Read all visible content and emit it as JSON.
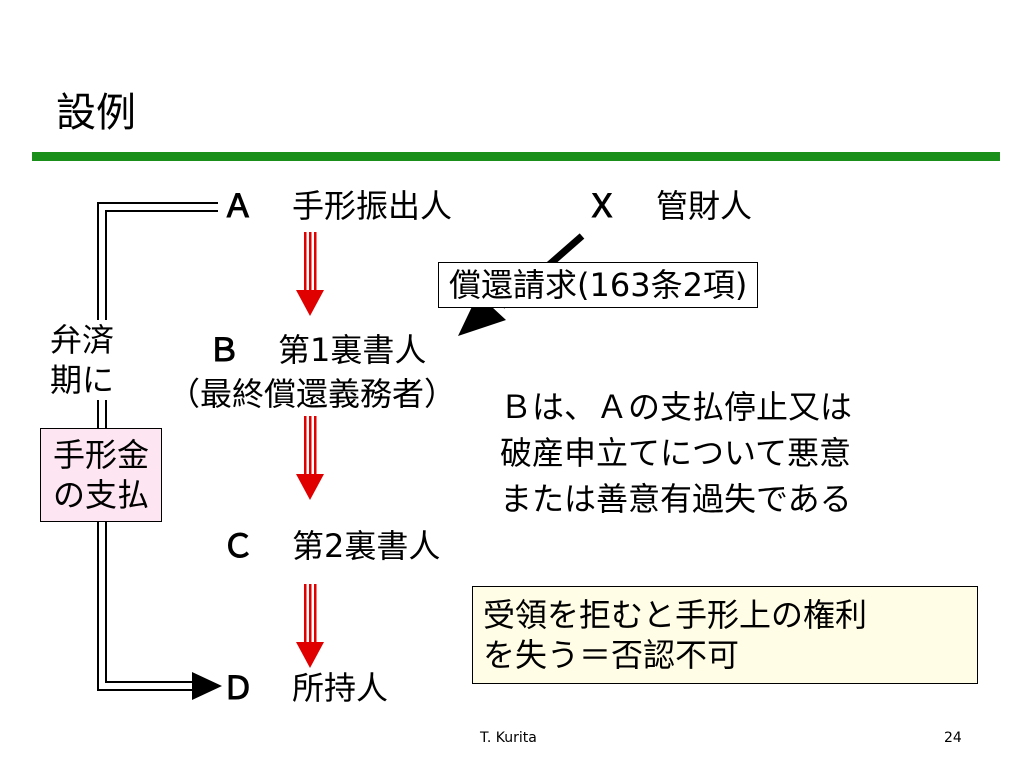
{
  "slide": {
    "title": "設例",
    "footer_author": "T. Kurita",
    "page_number": "24"
  },
  "nodes": {
    "a": {
      "letter": "Ａ",
      "label": "手形振出人"
    },
    "x": {
      "letter": "Ｘ",
      "label": "管財人"
    },
    "b": {
      "letter": "Ｂ",
      "label": "第1裏書人",
      "sub": "（最終償還義務者）"
    },
    "c": {
      "letter": "Ｃ",
      "label": "第2裏書人"
    },
    "d": {
      "letter": "Ｄ",
      "label": "所持人"
    }
  },
  "labels": {
    "maturity_line1": "弁済",
    "maturity_line2": "期に",
    "payment_line1": "手形金",
    "payment_line2": "の支払",
    "claim": "償還請求(163条2項)",
    "note_line1": "Ｂは、Ａの支払停止又は",
    "note_line2": "破産申立てについて悪意",
    "note_line3": "または善意有過失である",
    "effect_line1": "受領を拒むと手形上の権利",
    "effect_line2": "を失う＝否認不可"
  },
  "colors": {
    "rule": "#1a8f1a",
    "down_arrow": "#e00000",
    "payment_box_fill": "#fde6f2",
    "effect_box_fill": "#fffde6"
  }
}
